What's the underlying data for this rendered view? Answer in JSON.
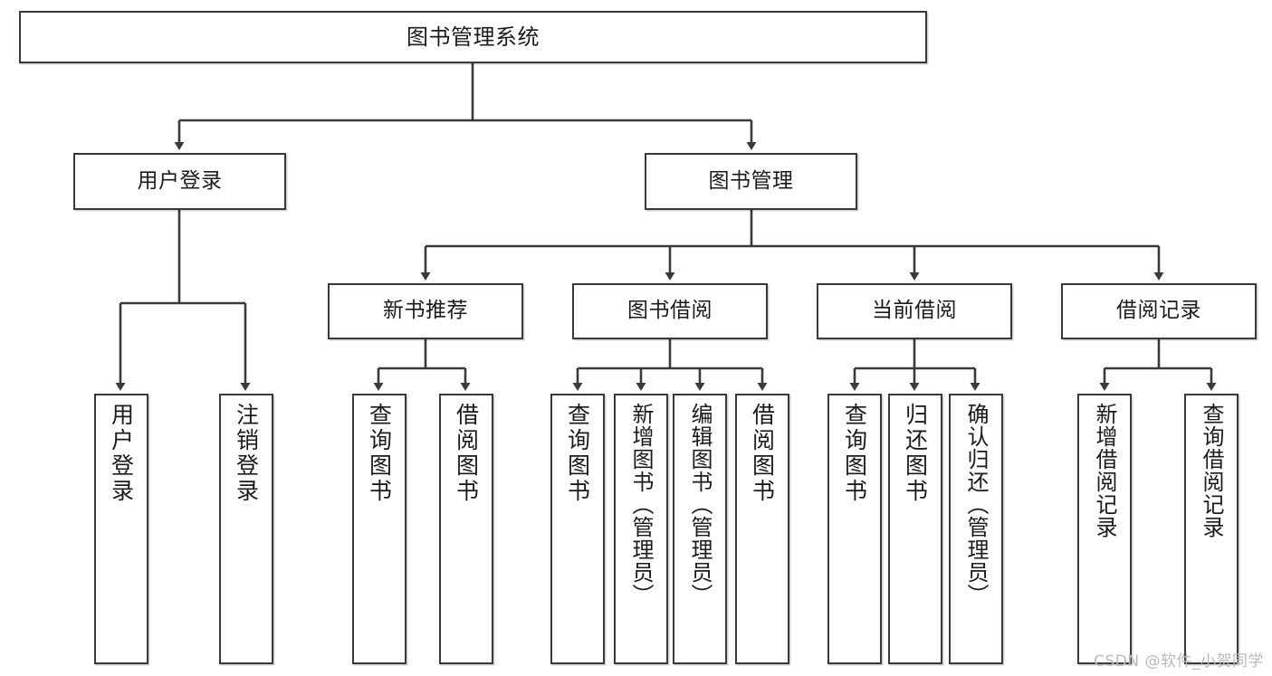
{
  "diagram": {
    "type": "tree-hierarchy-chart",
    "title": "图书管理系统",
    "edge_color": "#3a3a3a",
    "box_border_color": "#3a3a3a",
    "box_fill_color": "#ffffff",
    "text_color": "#1b1b1b",
    "root": {
      "label": "图书管理系统"
    },
    "level2": [
      {
        "label": "用户登录"
      },
      {
        "label": "图书管理"
      }
    ],
    "level3": [
      {
        "label": "新书推荐"
      },
      {
        "label": "图书借阅"
      },
      {
        "label": "当前借阅"
      },
      {
        "label": "借阅记录"
      }
    ],
    "leaves": {
      "user_login": [
        {
          "label": "用户登录"
        },
        {
          "label": "注销登录"
        }
      ],
      "new_book_recommend": [
        {
          "label": "查询图书"
        },
        {
          "label": "借阅图书"
        }
      ],
      "book_borrow": [
        {
          "label": "查询图书"
        },
        {
          "label": "新增图书（管理员）"
        },
        {
          "label": "编辑图书（管理员）"
        },
        {
          "label": "借阅图书"
        }
      ],
      "current_borrow": [
        {
          "label": "查询图书"
        },
        {
          "label": "归还图书"
        },
        {
          "label": "确认归还（管理员）"
        }
      ],
      "borrow_record": [
        {
          "label": "新增借阅记录"
        },
        {
          "label": "查询借阅记录"
        }
      ]
    }
  },
  "watermark": {
    "text": "CSDN @软件_小贺同学"
  }
}
